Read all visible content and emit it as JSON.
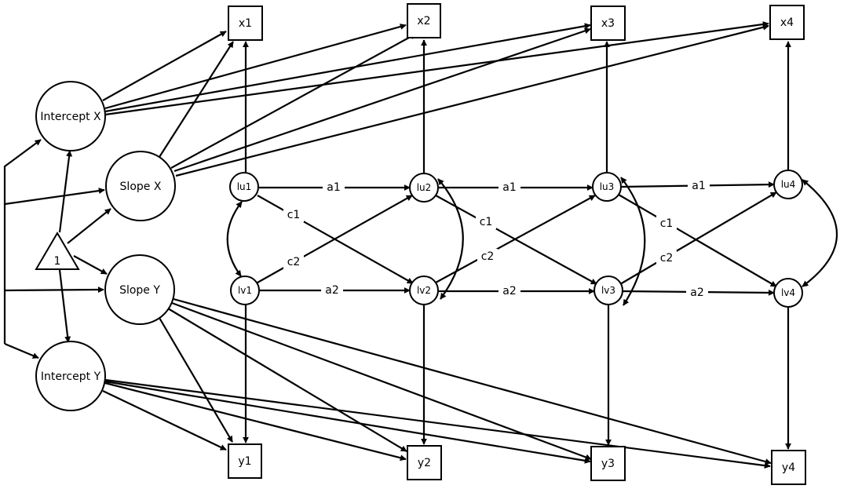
{
  "nodes": {
    "x1": "x1",
    "x2": "x2",
    "x3": "x3",
    "x4": "x4",
    "y1": "y1",
    "y2": "y2",
    "y3": "y3",
    "y4": "y4",
    "intercept_x": "Intercept X",
    "slope_x": "Slope X",
    "slope_y": "Slope Y",
    "intercept_y": "Intercept Y",
    "constant": "1",
    "lu1": "lu1",
    "lu2": "lu2",
    "lu3": "lu3",
    "lu4": "lu4",
    "lv1": "lv1",
    "lv2": "lv2",
    "lv3": "lv3",
    "lv4": "lv4"
  },
  "paths": {
    "a1": "a1",
    "a2": "a2",
    "c1": "c1",
    "c2": "c2"
  }
}
